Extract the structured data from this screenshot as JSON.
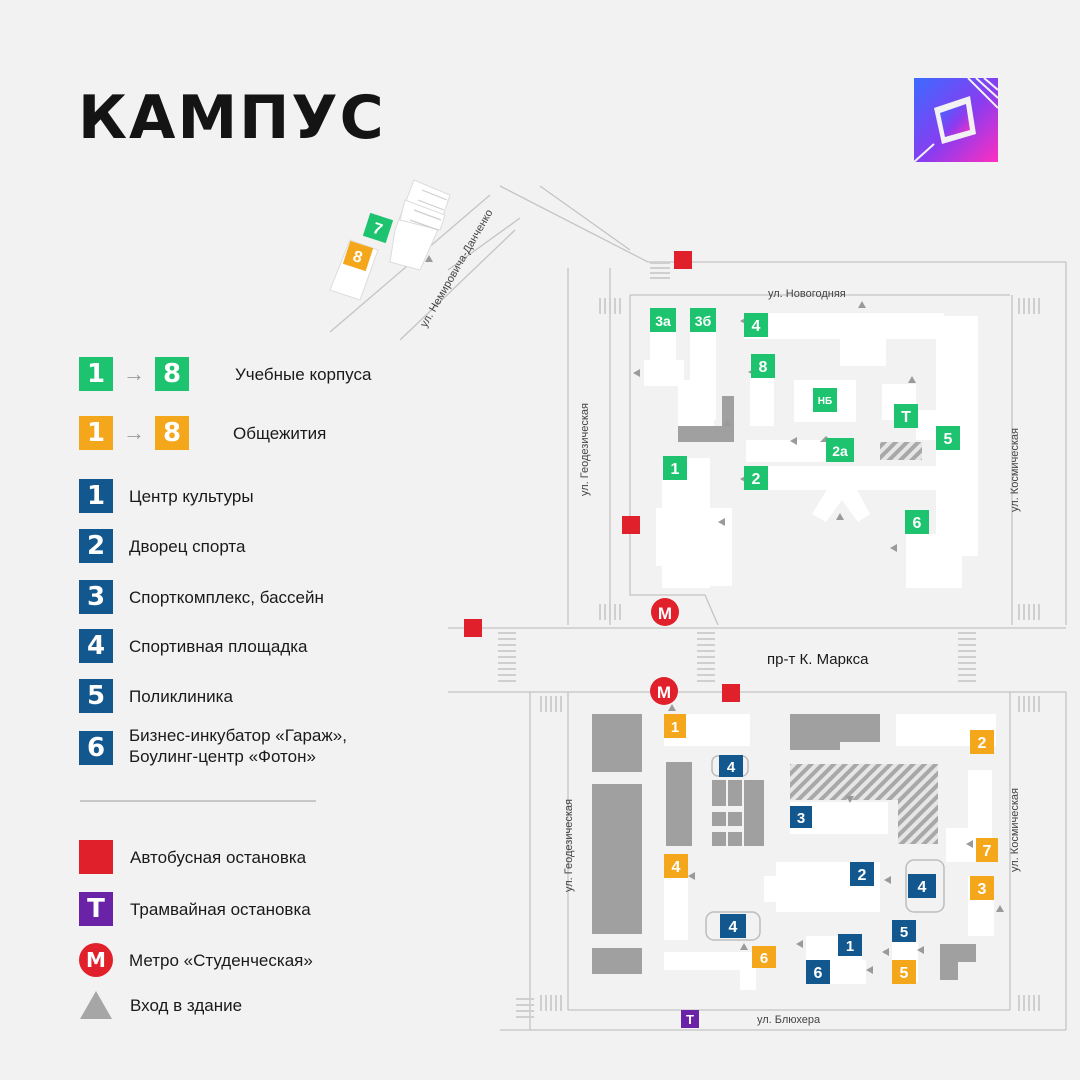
{
  "title": "КАМПУС",
  "colors": {
    "academic": "#1ec36f",
    "dorm": "#f4a71a",
    "facility": "#13578f",
    "bus": "#e0202a",
    "tram": "#6a23a6",
    "metro": "#e0202a",
    "entrance": "#a6a6a6",
    "building": "#ffffff",
    "gray_block": "#a0a0a0"
  },
  "legend": {
    "academic": {
      "from": "1",
      "to": "8",
      "label": "Учебные корпуса"
    },
    "dorms": {
      "from": "1",
      "to": "8",
      "label": "Общежития"
    },
    "facilities": [
      {
        "num": "1",
        "label": "Центр культуры"
      },
      {
        "num": "2",
        "label": "Дворец спорта"
      },
      {
        "num": "3",
        "label": "Спорткомплекс, бассейн"
      },
      {
        "num": "4",
        "label": "Спортивная площадка"
      },
      {
        "num": "5",
        "label": "Поликлиника"
      },
      {
        "num": "6",
        "label": "Бизнес-инкубатор «Гараж», Боулинг-центр «Фотон»",
        "line1": "Бизнес-инкубатор «Гараж»,",
        "line2": "Боулинг-центр «Фотон»"
      }
    ],
    "bus": {
      "label": "Автобусная остановка"
    },
    "tram": {
      "symbol": "Т",
      "label": "Трамвайная остановка"
    },
    "metro": {
      "symbol": "М",
      "label": "Метро «Студенческая»"
    },
    "entrance": {
      "label": "Вход в здание"
    }
  },
  "streets": {
    "novogodnaya": "ул. Новогодняя",
    "nemirovich": "ул. Немировича-Данченко",
    "geodez_top": "ул. Геодезическая",
    "geodez_bottom": "ул. Геодезическая",
    "kosmich_top": "ул. Космическая",
    "kosmich_bottom": "ул. Космическая",
    "marksa": "пр-т К. Маркса",
    "blyukhera": "ул. Блюхера"
  },
  "map_labels": {
    "academic": [
      "7",
      "3а",
      "3б",
      "4",
      "8",
      "НБ",
      "Т",
      "5",
      "2а",
      "1",
      "2",
      "6"
    ],
    "dorm_top": "8",
    "dorms": [
      "1",
      "2",
      "4",
      "7",
      "3",
      "6",
      "5"
    ],
    "facilities": [
      "4",
      "3",
      "2",
      "4",
      "4",
      "1",
      "6",
      "5"
    ],
    "metro": "М",
    "tram": "Т"
  }
}
